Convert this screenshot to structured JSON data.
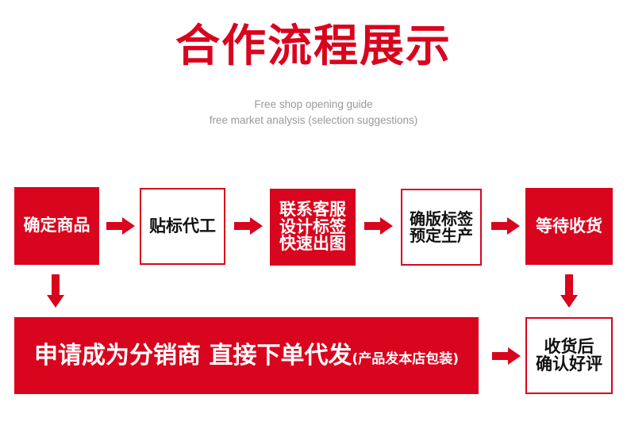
{
  "header": {
    "title": "合作流程展示",
    "subtitle_line1": "Free shop opening guide",
    "subtitle_line2": "free market analysis (selection suggestions)"
  },
  "theme": {
    "red": "#D9041E",
    "text_dark": "#111111",
    "text_muted": "#9a9a9a",
    "background": "#ffffff"
  },
  "flow": {
    "row1": [
      {
        "id": "step-1",
        "label": "确定商品",
        "style": "filled"
      },
      {
        "id": "step-2",
        "label": "贴标代工",
        "style": "outline"
      },
      {
        "id": "step-3",
        "label": "联系客服\n设计标签\n快速出图",
        "style": "filled"
      },
      {
        "id": "step-4",
        "label": "确版标签\n预定生产",
        "style": "outline"
      },
      {
        "id": "step-5",
        "label": "等待收货",
        "style": "filled"
      }
    ],
    "row2": {
      "banner_main": "申请成为分销商 直接下单代发",
      "banner_note": "(产品发本店包装)",
      "final_step": "收货后\n确认好评"
    },
    "connectors": {
      "right_arrow": "arrow-right-icon",
      "down_arrow": "arrow-down-icon"
    }
  }
}
